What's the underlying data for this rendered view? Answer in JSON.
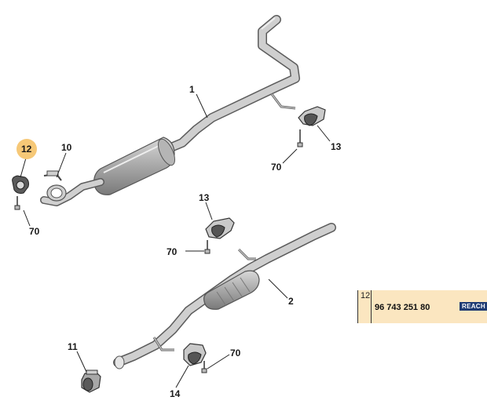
{
  "callouts": {
    "c1": "1",
    "c2": "2",
    "c10": "10",
    "c11": "11",
    "c12": "12",
    "c13a": "13",
    "c13b": "13",
    "c14": "14",
    "c70a": "70",
    "c70b": "70",
    "c70c": "70",
    "c70d": "70"
  },
  "highlight_color": "#f6c877",
  "part_panel": {
    "ref": "12",
    "ref_number": "96 743 251 80",
    "badge": "REACH",
    "badge_color": "#1f3b73",
    "background": "#fbe6c0"
  }
}
